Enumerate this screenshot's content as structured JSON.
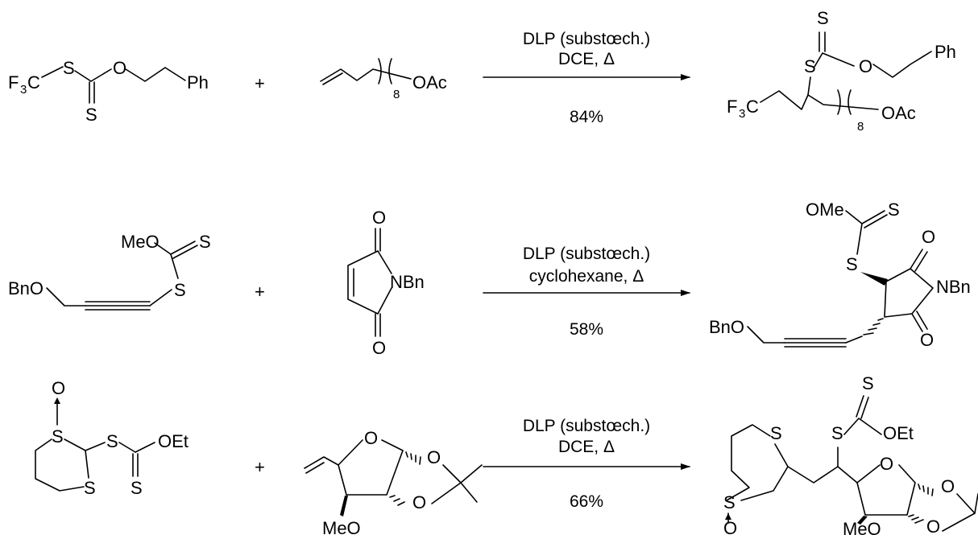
{
  "reactions": [
    {
      "conditions": [
        "DLP (substœch.)",
        "DCE, Δ"
      ],
      "yield": "84%",
      "reactant1": {
        "labels": [
          "F",
          "3",
          "C",
          "S",
          "O",
          "S",
          "Ph"
        ]
      },
      "reactant2": {
        "labels": [
          "8",
          "OAc"
        ]
      },
      "product": {
        "labels": [
          "S",
          "S",
          "O",
          "Ph",
          "F",
          "3",
          "C",
          "8",
          "OAc"
        ]
      }
    },
    {
      "conditions": [
        "DLP (substœch.)",
        "cyclohexane, Δ"
      ],
      "yield": "58%",
      "reactant1": {
        "labels": [
          "MeO",
          "S",
          "S",
          "BnO"
        ]
      },
      "reactant2": {
        "labels": [
          "O",
          "NBn",
          "O"
        ]
      },
      "product": {
        "labels": [
          "OMe",
          "S",
          "S",
          "O",
          "NBn",
          "O",
          "BnO"
        ]
      }
    },
    {
      "conditions": [
        "DLP (substœch.)",
        "DCE, Δ"
      ],
      "yield": "66%",
      "reactant1": {
        "labels": [
          "O",
          "S",
          "S",
          "S",
          "OEt",
          "S"
        ]
      },
      "reactant2": {
        "labels": [
          "O",
          "O",
          "O",
          "MeO"
        ]
      },
      "product": {
        "labels": [
          "S",
          "S",
          "S",
          "OEt",
          "S",
          "O",
          "O",
          "O",
          "O",
          "MeO"
        ]
      }
    }
  ],
  "plus_sign": "+"
}
